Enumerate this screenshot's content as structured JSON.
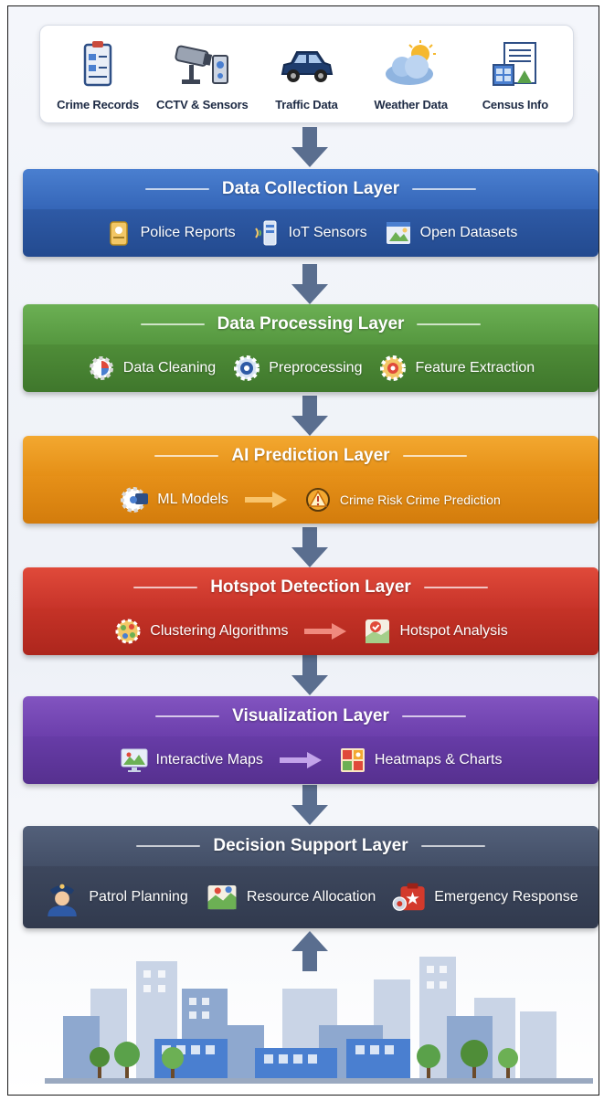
{
  "sources": [
    {
      "label": "Crime Records",
      "icon": "clipboard-icon"
    },
    {
      "label": "CCTV & Sensors",
      "icon": "cctv-camera-icon"
    },
    {
      "label": "Traffic Data",
      "icon": "car-icon"
    },
    {
      "label": "Weather Data",
      "icon": "cloud-sun-icon"
    },
    {
      "label": "Census Info",
      "icon": "census-chart-icon"
    }
  ],
  "layers": [
    {
      "title": "Data Collection Layer",
      "color": "#3566b8",
      "items": [
        {
          "label": "Police Reports",
          "icon": "report-icon"
        },
        {
          "label": "IoT Sensors",
          "icon": "sensor-icon"
        },
        {
          "label": "Open Datasets",
          "icon": "dataset-icon"
        }
      ]
    },
    {
      "title": "Data Processing Layer",
      "color": "#55973f",
      "items": [
        {
          "label": "Data Cleaning",
          "icon": "cleaning-gear-icon"
        },
        {
          "label": "Preprocessing",
          "icon": "preprocessing-icon"
        },
        {
          "label": "Feature Extraction",
          "icon": "feature-gear-icon"
        }
      ]
    },
    {
      "title": "AI Prediction Layer",
      "color": "#e58f16",
      "items": [
        {
          "label": "ML Models",
          "icon": "ml-model-icon"
        },
        {
          "label": "Crime Risk Crime Prediction",
          "icon": "risk-warning-icon"
        }
      ]
    },
    {
      "title": "Hotspot Detection Layer",
      "color": "#c8342a",
      "items": [
        {
          "label": "Clustering Algorithms",
          "icon": "clustering-icon"
        },
        {
          "label": "Hotspot Analysis",
          "icon": "hotspot-map-icon"
        }
      ]
    },
    {
      "title": "Visualization Layer",
      "color": "#6c3fac",
      "items": [
        {
          "label": "Interactive Maps",
          "icon": "monitor-map-icon"
        },
        {
          "label": "Heatmaps & Charts",
          "icon": "heatmap-icon"
        }
      ]
    },
    {
      "title": "Decision Support Layer",
      "color": "#434f67",
      "items": [
        {
          "label": "Patrol Planning",
          "icon": "police-officer-icon"
        },
        {
          "label": "Resource Allocation",
          "icon": "resource-map-icon"
        },
        {
          "label": "Emergency Response",
          "icon": "emergency-kit-icon"
        }
      ]
    }
  ]
}
